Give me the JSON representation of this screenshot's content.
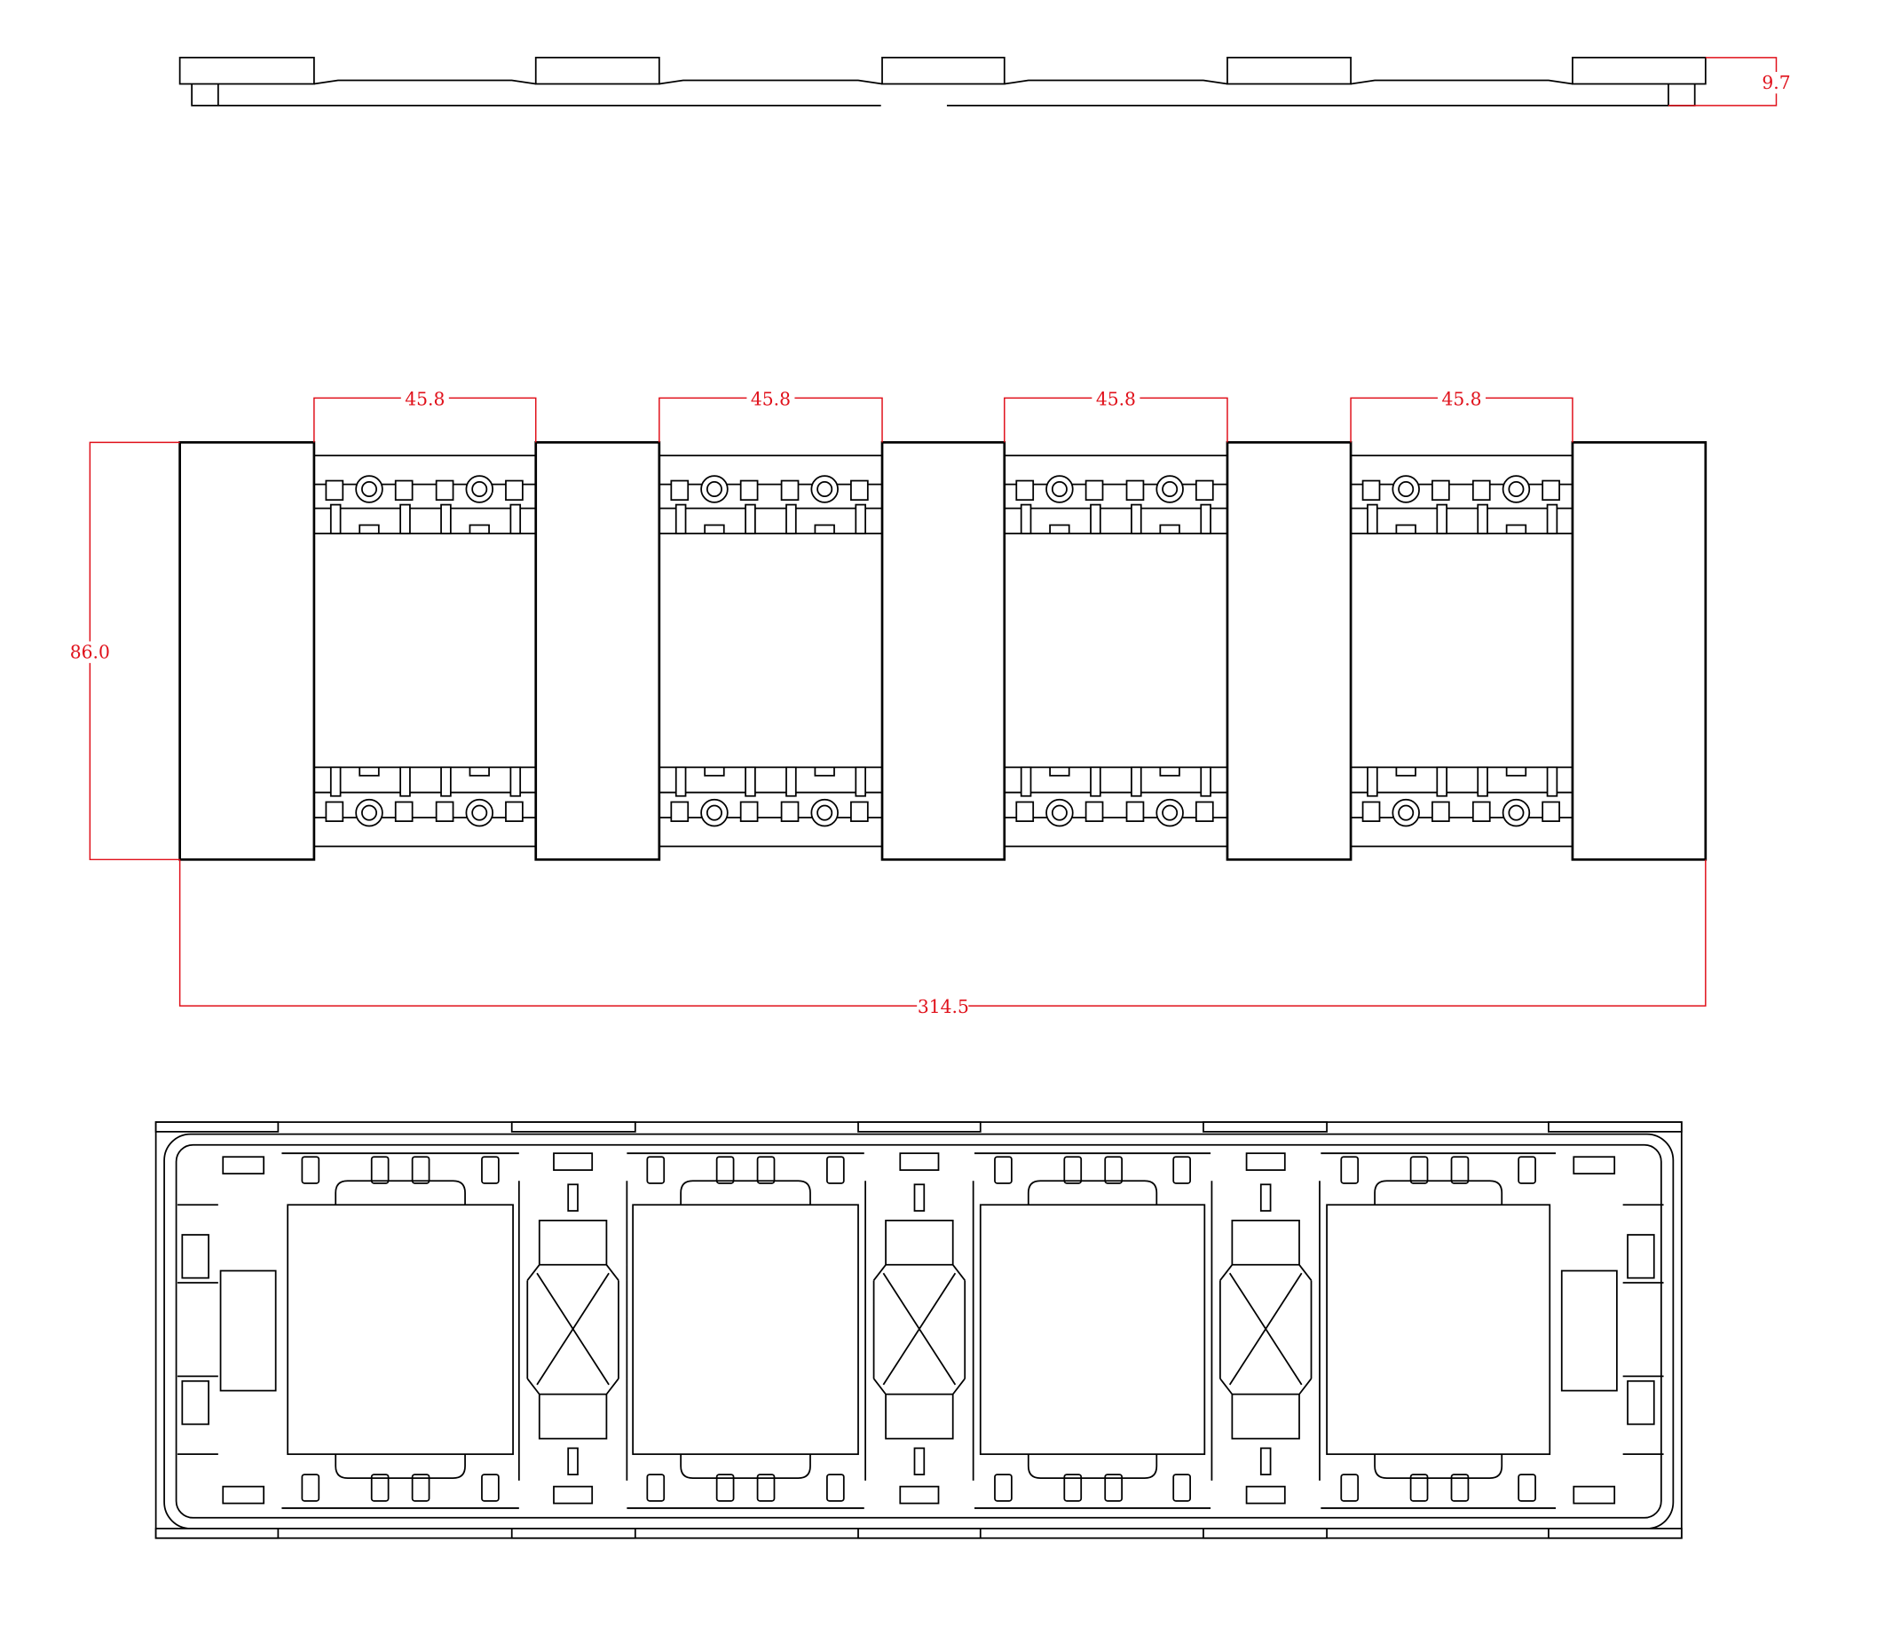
{
  "drawing": {
    "dimensions": {
      "depth": "9.7",
      "module_widths": [
        "45.8",
        "45.8",
        "45.8",
        "45.8"
      ],
      "height": "86.0",
      "total_width": "314.5"
    },
    "colors": {
      "dimension": "#e0101a",
      "line": "#000000"
    },
    "module_count": 4
  }
}
